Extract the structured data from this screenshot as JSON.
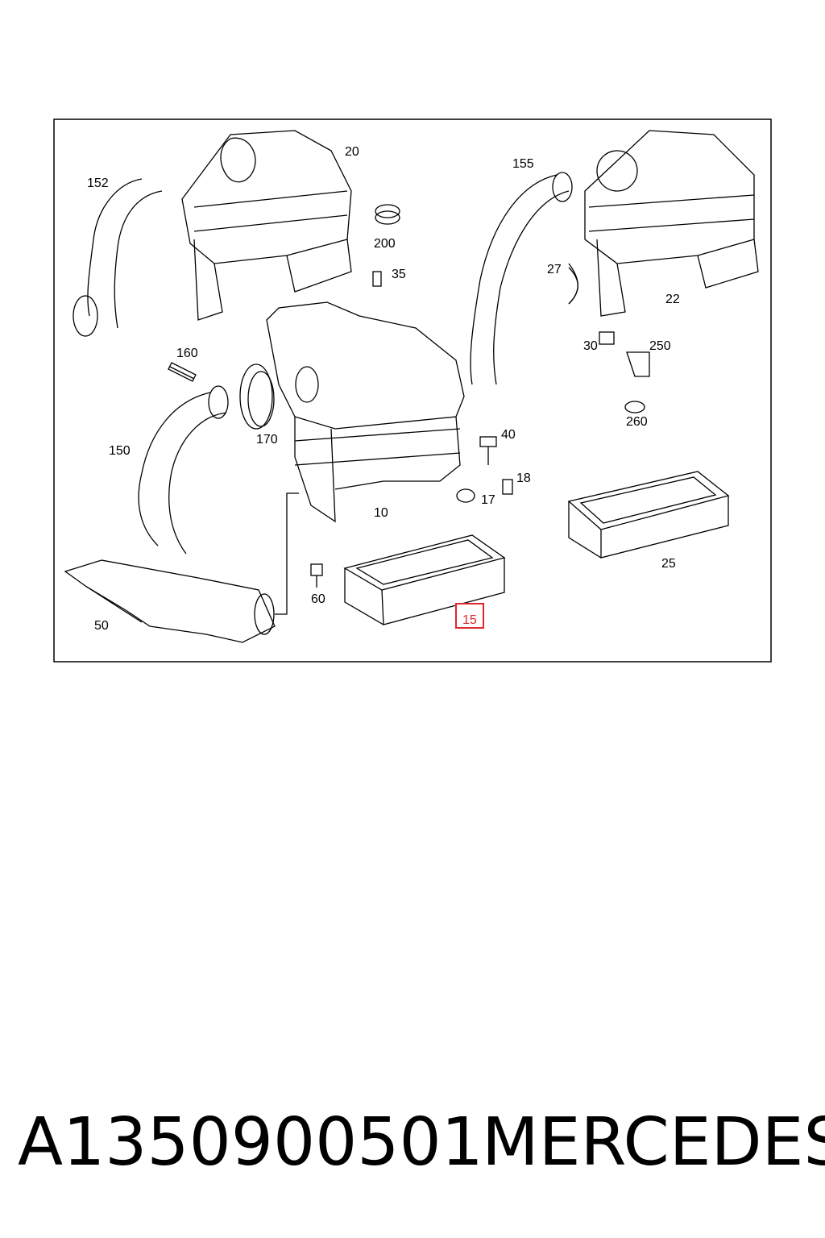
{
  "diagram": {
    "callouts": [
      "20",
      "152",
      "200",
      "35",
      "155",
      "27",
      "22",
      "160",
      "30",
      "250",
      "260",
      "150",
      "170",
      "40",
      "18",
      "17",
      "10",
      "25",
      "60",
      "50",
      "15"
    ],
    "highlighted_callout": "15",
    "highlight_color": "#e0242b",
    "line_color": "#000000"
  },
  "footer": {
    "part_number": "A1350900501",
    "brand": "MERCEDES"
  }
}
